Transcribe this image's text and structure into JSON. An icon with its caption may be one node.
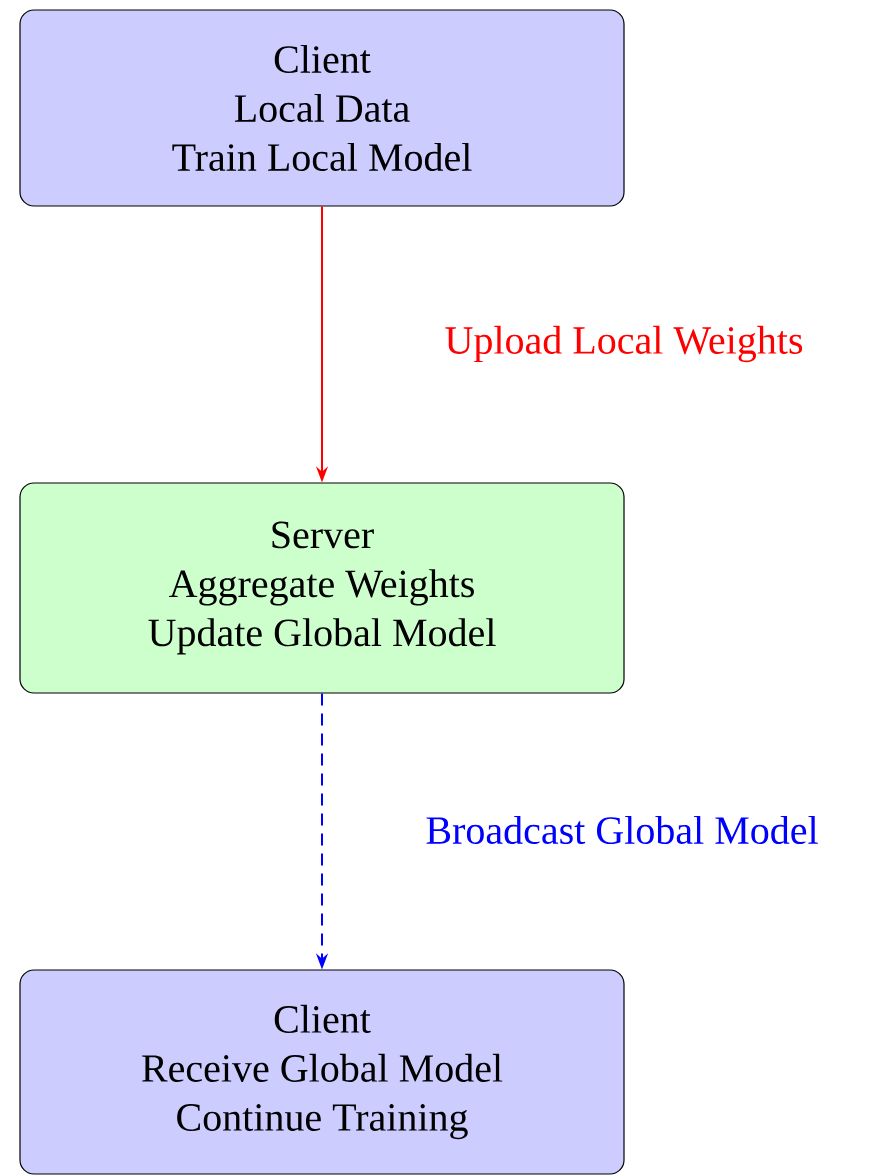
{
  "diagram": {
    "nodes": [
      {
        "text": [
          "Client",
          "Local Data",
          "Train Local Model"
        ]
      },
      {
        "text": [
          "Server",
          "Aggregate Weights",
          "Update Global Model"
        ]
      },
      {
        "text": [
          "Client",
          "Receive Global Model",
          "Continue Training"
        ]
      }
    ],
    "edges": [
      {
        "from": 0,
        "to": 1,
        "arrow": "to",
        "label": "Upload Local Weights",
        "color": "#ff0000"
      },
      {
        "from": 1,
        "to": 2,
        "arrow": "to",
        "label": "Broadcast Global Model",
        "style": "dashed",
        "color": "#0000ff"
      }
    ]
  }
}
